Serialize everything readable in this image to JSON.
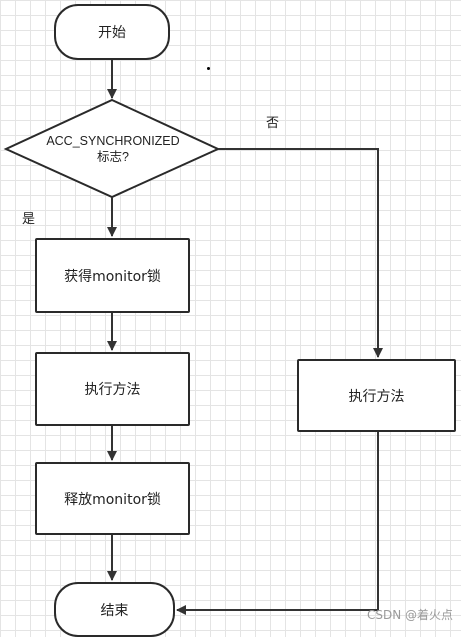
{
  "nodes": {
    "start": "开始",
    "decision_line1": "ACC_SYNCHRONIZED",
    "decision_line2": "标志?",
    "acquire": "获得monitor锁",
    "execute_left": "执行方法",
    "release": "释放monitor锁",
    "end": "结束",
    "execute_right": "执行方法"
  },
  "edge_labels": {
    "no": "否",
    "yes": "是"
  },
  "watermark": "CSDN @着火点"
}
